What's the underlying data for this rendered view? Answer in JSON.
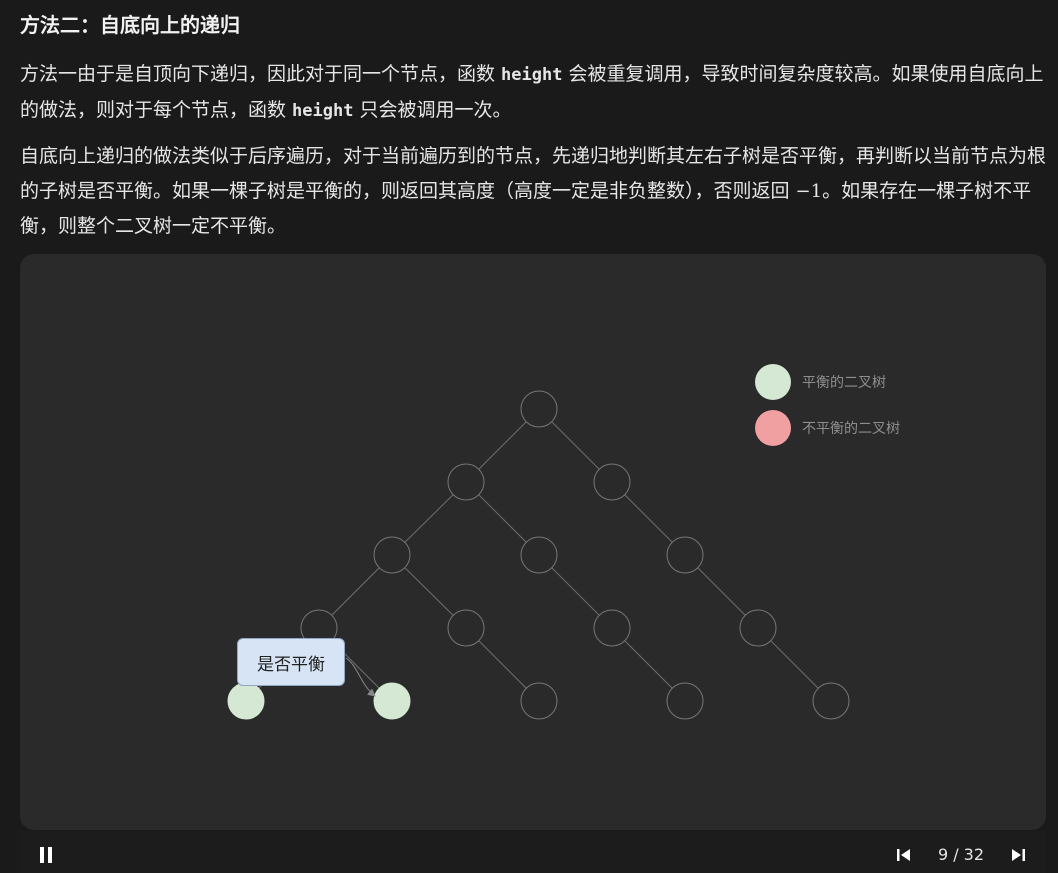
{
  "heading": "方法二：自底向上的递归",
  "paragraph1": {
    "t1": "方法一由于是自顶向下递归，因此对于同一个节点，函数 ",
    "code1": "height",
    "t2": " 会被重复调用，导致时间复杂度较高。如果使用自底向上的做法，则对于每个节点，函数 ",
    "code2": "height",
    "t3": " 只会被调用一次。"
  },
  "paragraph2": {
    "t1": "自底向上递归的做法类似于后序遍历，对于当前遍历到的节点，先递归地判断其左右子树是否平衡，再判断以当前节点为根的子树是否平衡。如果一棵子树是平衡的，则返回其高度（高度一定是非负整数），否则返回 ",
    "math": "−1",
    "t2": "。如果存在一棵子树不平衡，则整个二叉树一定不平衡。"
  },
  "animation": {
    "legend": [
      {
        "label": "平衡的二叉树",
        "color": "#d4e8d4"
      },
      {
        "label": "不平衡的二叉树",
        "color": "#f0a0a0"
      }
    ],
    "tooltip": "是否平衡",
    "colors": {
      "empty_stroke": "#777777",
      "balanced_fill": "#d4e8d4",
      "edge": "#6e6e6e",
      "arrow": "#888888"
    }
  },
  "controls": {
    "step_current": "9",
    "step_total": "32",
    "step_text": "9 / 32",
    "pause_icon": "pause-icon",
    "prev_icon": "step-back-icon",
    "next_icon": "step-forward-icon"
  }
}
